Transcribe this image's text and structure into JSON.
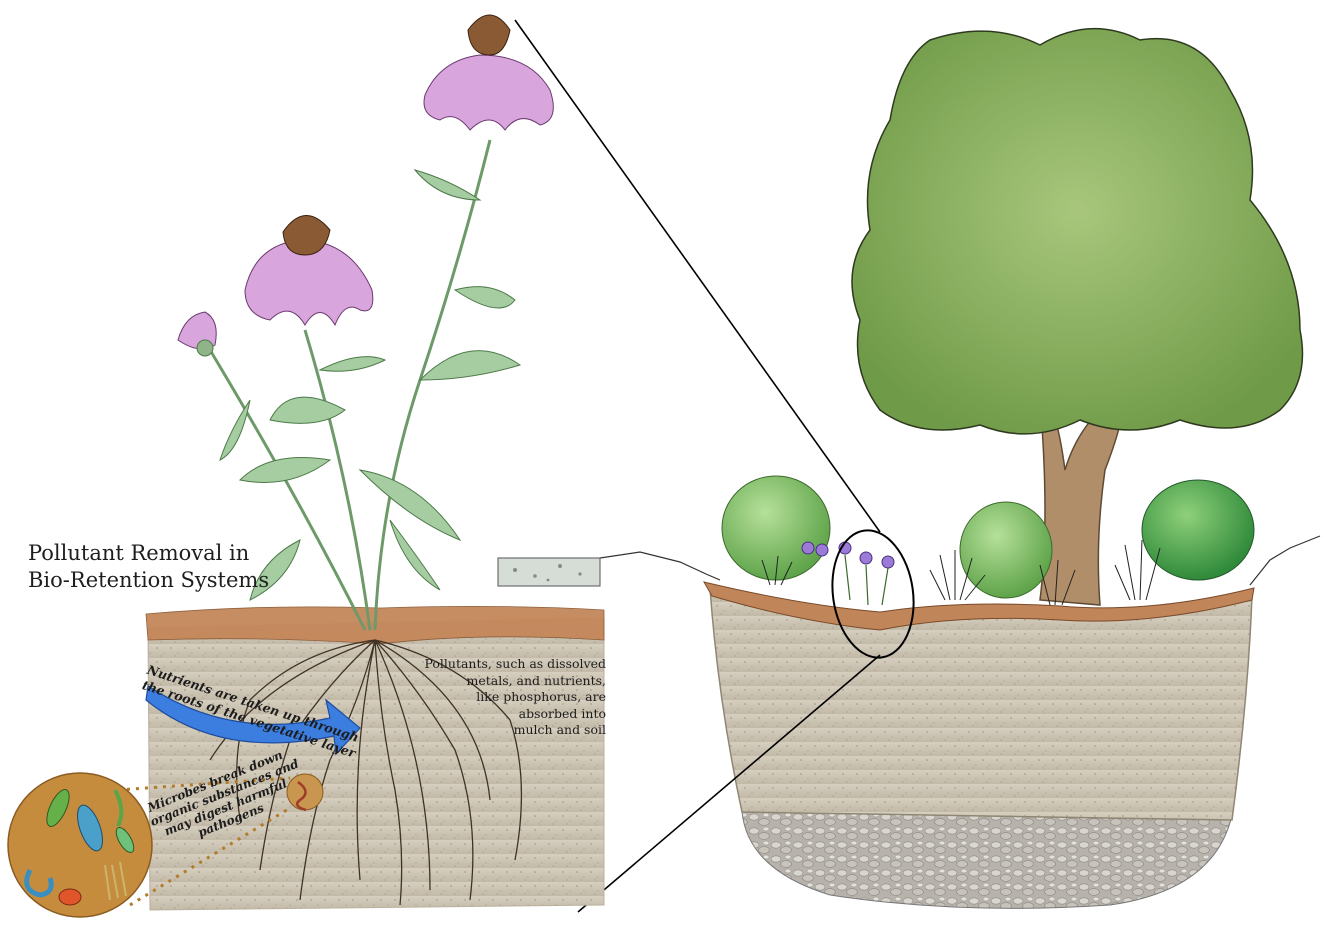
{
  "diagram": {
    "title_lines": [
      "Pollutant Removal in",
      "Bio-Retention Systems"
    ],
    "labels": {
      "pollutants": [
        "Pollutants, such as dissolved",
        "metals, and nutrients,",
        "like phosphorus, are",
        "absorbed into",
        "mulch and soil"
      ],
      "nutrients": [
        "Nutrients are taken up through",
        "the roots of the vegetative layer"
      ],
      "microbes": [
        "Microbes break down",
        "organic substances and",
        "may digest harmful",
        "pathogens"
      ]
    },
    "colors": {
      "soil": "#cdc5b4",
      "mulch": "#b7774a",
      "foliage": "#7aa84e",
      "petal": "#d7a3dc",
      "stem": "#9cc49a",
      "arrow": "#2f6fd1",
      "microbe_disc": "#c48a3a",
      "gravel": "#a9a9a9"
    }
  }
}
